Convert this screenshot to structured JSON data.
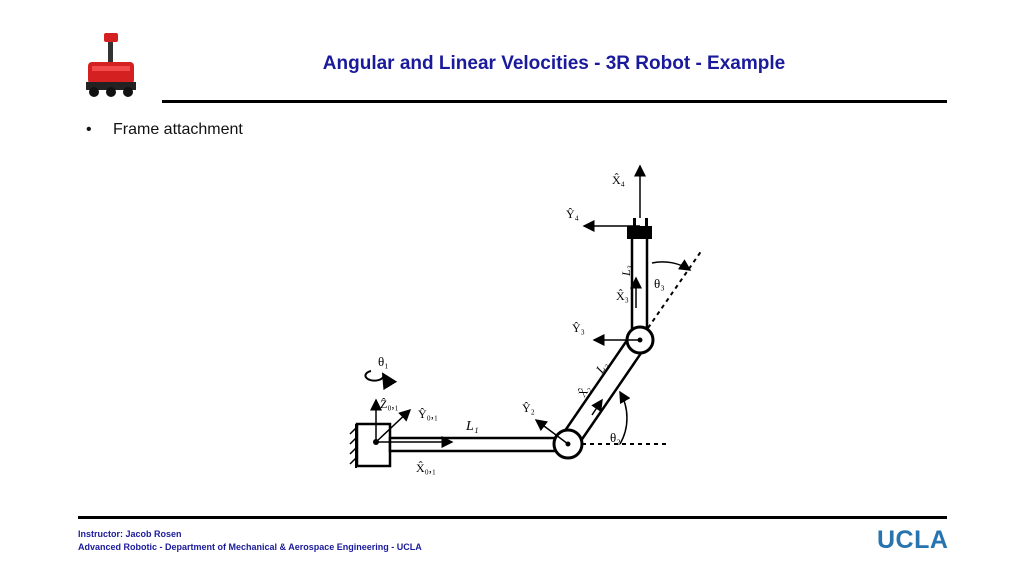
{
  "slide": {
    "title": "Angular and Linear Velocities - 3R Robot - Example",
    "bullets": [
      "Frame attachment"
    ]
  },
  "diagram": {
    "labels": {
      "theta1": "θ₁",
      "z01": "Ẑ₀,₁",
      "y01": "Ŷ₀,₁",
      "x01": "X̂₀,₁",
      "l1": "L₁",
      "y2": "Ŷ₂",
      "x2": "X̂₂",
      "l2": "L₂",
      "theta2": "θ₂",
      "y3": "Ŷ₃",
      "x3": "X̂₃",
      "l3": "L₃",
      "theta3": "θ₃",
      "y4": "Ŷ₄",
      "x4": "X̂₄"
    }
  },
  "footer": {
    "line1": "Instructor: Jacob Rosen",
    "line2": "Advanced Robotic -  Department of Mechanical & Aerospace Engineering - UCLA",
    "brand": "UCLA"
  },
  "colors": {
    "title": "#1a1a9c",
    "brand": "#2774ae",
    "robot": "#d42020"
  }
}
